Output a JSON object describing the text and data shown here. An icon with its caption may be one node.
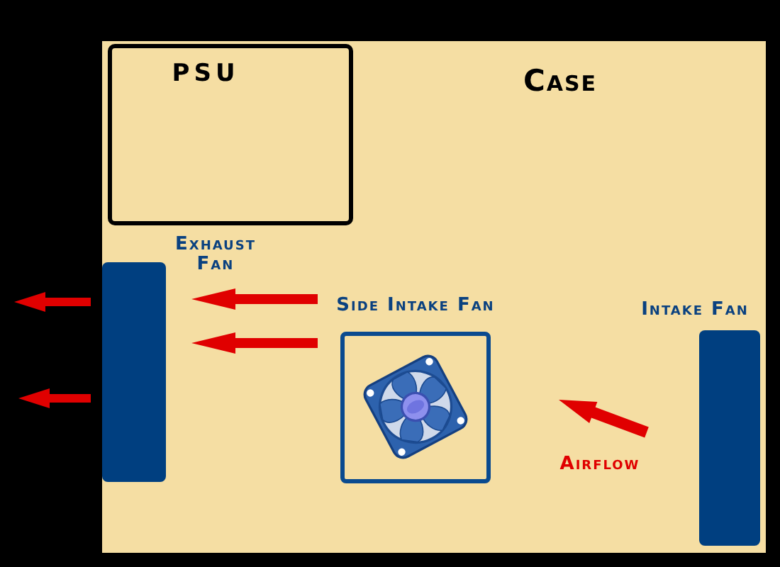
{
  "diagram": {
    "nodes": [
      {
        "text": [
          "Case"
        ]
      },
      {
        "text": [
          "PSU"
        ],
        "in": 0
      },
      {
        "text": [
          "Exhaust Fan"
        ],
        "in": 0
      },
      {
        "text": [
          "Side Intake Fan"
        ],
        "in": 0
      },
      {
        "text": [
          "Intake Fan"
        ],
        "in": 0
      }
    ],
    "edges": [
      {
        "from": 2,
        "to": null,
        "arrow": "to"
      },
      {
        "from": 3,
        "to": 2,
        "arrow": "to"
      },
      {
        "from": 3,
        "to": 2,
        "arrow": "to"
      },
      {
        "from": 2,
        "to": null,
        "arrow": "to"
      }
    ],
    "labels": [
      "Airflow"
    ]
  }
}
